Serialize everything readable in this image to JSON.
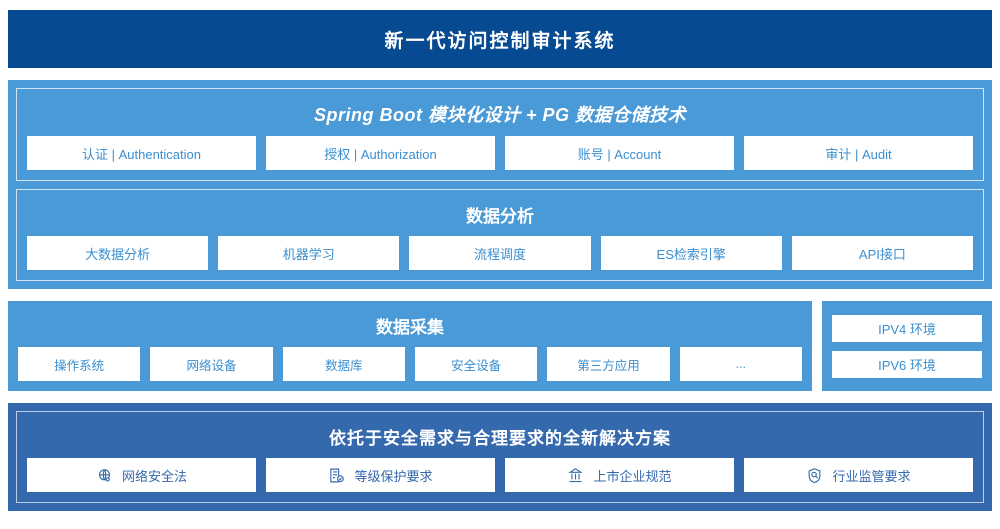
{
  "header": {
    "title": "新一代访问控制审计系统"
  },
  "colors": {
    "header_navy": "#064a91",
    "light_blue": "#4a9ad8",
    "mid_blue": "#3569ad",
    "chip_text_blue": "#3a8fd0",
    "chip_white": "#ffffff"
  },
  "platform_group": {
    "title": "Spring Boot 模块化设计 + PG 数据仓储技术",
    "items": [
      {
        "label": "认证 | Authentication"
      },
      {
        "label": "授权 | Authorization"
      },
      {
        "label": "账号 | Account"
      },
      {
        "label": "审计 | Audit"
      }
    ]
  },
  "analysis_group": {
    "title": "数据分析",
    "items": [
      {
        "label": "大数据分析"
      },
      {
        "label": "机器学习"
      },
      {
        "label": "流程调度"
      },
      {
        "label": "ES检索引擎"
      },
      {
        "label": "API接口"
      }
    ]
  },
  "collection_group": {
    "title": "数据采集",
    "items": [
      {
        "label": "操作系统"
      },
      {
        "label": "网络设备"
      },
      {
        "label": "数据库"
      },
      {
        "label": "安全设备"
      },
      {
        "label": "第三方应用"
      },
      {
        "label": "..."
      }
    ]
  },
  "environment_group": {
    "items": [
      {
        "label": "IPV4 环境"
      },
      {
        "label": "IPV6 环境"
      }
    ]
  },
  "solution_group": {
    "title": "依托于安全需求与合理要求的全新解决方案",
    "items": [
      {
        "label": "网络安全法",
        "icon": "globe-network-icon"
      },
      {
        "label": "等级保护要求",
        "icon": "document-check-icon"
      },
      {
        "label": "上市企业规范",
        "icon": "bank-building-icon"
      },
      {
        "label": "行业监管要求",
        "icon": "shield-search-icon"
      }
    ]
  }
}
